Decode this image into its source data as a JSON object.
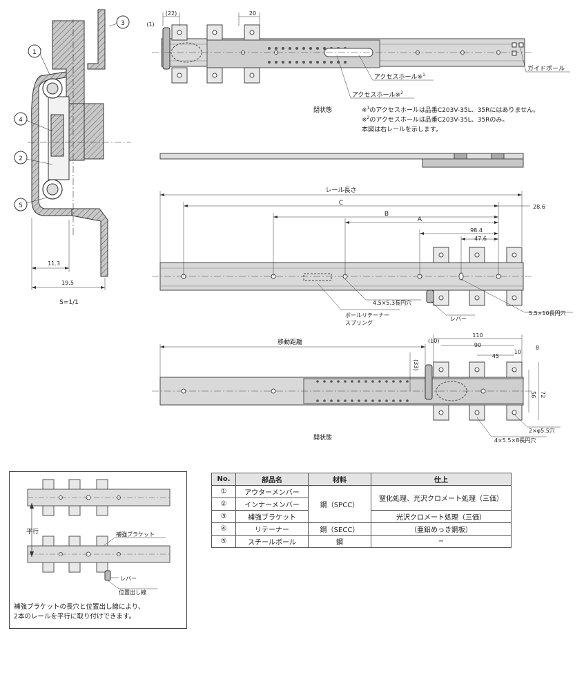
{
  "cross_section": {
    "callouts": [
      "1",
      "2",
      "3",
      "4",
      "5"
    ],
    "dim_11_3": "11.3",
    "dim_19_5": "19.5",
    "scale": "S=1/1"
  },
  "top_view": {
    "dim_22": "(22)",
    "dim_1": "(1)",
    "dim_20": "20",
    "label_access_hole_1": "アクセスホール※",
    "sup_1": "1",
    "label_access_hole_2": "アクセスホール※",
    "sup_2": "2",
    "label_guide_ball": "ガイドボール",
    "state_closed": "閉状態",
    "note_1_mark": "※",
    "note_1_sup": "1",
    "note_1_text": "のアクセスホールは品番C203V-35L、35Rにはありません。",
    "note_2_mark": "※",
    "note_2_sup": "2",
    "note_2_text": "のアクセスホールは品番C203V-35L、35Rのみ。",
    "note_3": "本図は右レールを示します。"
  },
  "main_view": {
    "rail_length": "レール長さ",
    "dim_c": "C",
    "dim_b": "B",
    "dim_a": "A",
    "dim_28_6": "28.6",
    "dim_98_4": "98.4",
    "dim_47_6": "47.6",
    "hole_small": "4.5×5.3長円穴",
    "ball_retainer_1": "ボールリテーナー",
    "ball_retainer_2": "スプリング",
    "lever": "レバー",
    "hole_long": "5.5×10長円穴"
  },
  "open_view": {
    "travel": "移動距離",
    "dim_10a": "(10)",
    "dim_110": "110",
    "dim_90": "90",
    "dim_45": "45",
    "dim_10b": "10",
    "dim_8": "8",
    "dim_33": "(33)",
    "dim_56": "56",
    "dim_72": "72",
    "hole_round": "2×φ5.5穴",
    "hole_slot": "4×5.5×8長円穴",
    "state_open": "開状態"
  },
  "inset": {
    "parallel": "平行",
    "bracket": "補強ブラケット",
    "lever": "レバー",
    "position_line": "位置出し線",
    "note_line1": "補強ブラケットの長穴と位置出し線により、",
    "note_line2": "2本のレールを平行に取り付けできます。"
  },
  "parts_table": {
    "headers": [
      "No.",
      "部品名",
      "材料",
      "仕上"
    ],
    "rows": [
      {
        "no": "①",
        "name": "アウターメンバー"
      },
      {
        "no": "②",
        "name": "インナーメンバー"
      },
      {
        "no": "③",
        "name": "補強ブラケット"
      },
      {
        "no": "④",
        "name": "リテーナー"
      },
      {
        "no": "⑤",
        "name": "スチールボール"
      }
    ],
    "material_steel_spcc": "鋼（SPCC）",
    "material_steel_secc": "鋼（SECC）",
    "material_steel": "鋼",
    "finish_1": "窒化処理、光沢クロメート処理（三価）",
    "finish_2": "光沢クロメート処理（三価）",
    "finish_3": "（亜鉛めっき鋼板）",
    "finish_4": "−"
  }
}
